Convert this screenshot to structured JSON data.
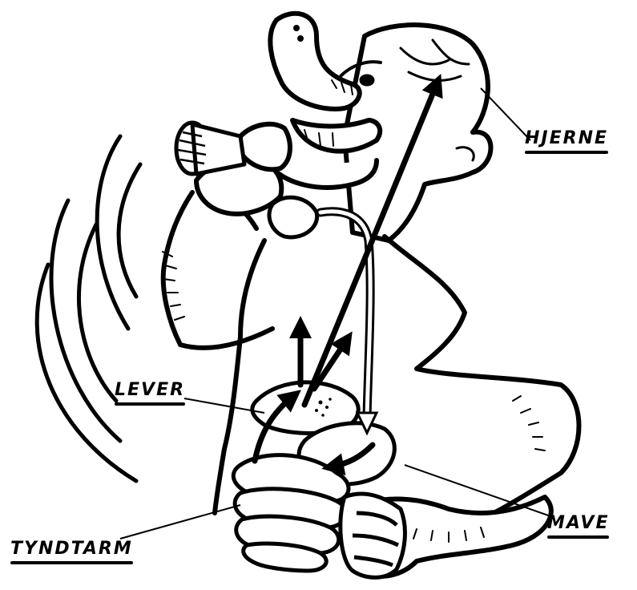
{
  "labels": {
    "brain": "HJERNE",
    "liver": "LEVER",
    "stomach": "MAVE",
    "small_intestine": "TYNDTARM"
  },
  "colors": {
    "ink": "#000000",
    "paper": "#ffffff"
  }
}
